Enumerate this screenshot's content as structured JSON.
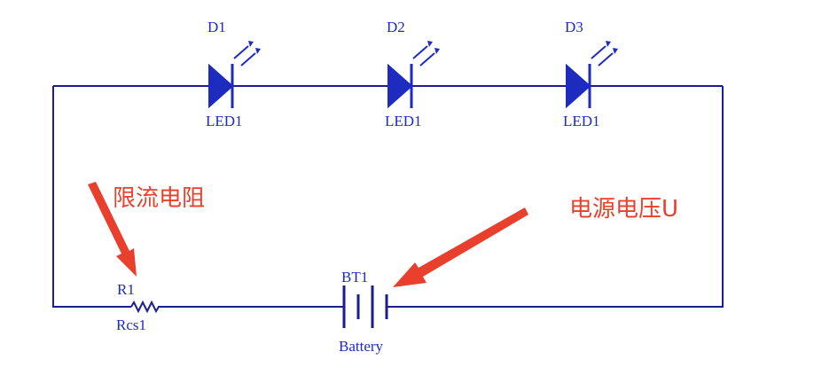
{
  "colors": {
    "wire": "#1a1f8c",
    "component": "#1d2bbf",
    "annotation": "#e8402d"
  },
  "leds": [
    {
      "designator": "D1",
      "comment": "LED1"
    },
    {
      "designator": "D2",
      "comment": "LED1"
    },
    {
      "designator": "D3",
      "comment": "LED1"
    }
  ],
  "resistor": {
    "designator": "R1",
    "comment": "Rcs1"
  },
  "battery": {
    "designator": "BT1",
    "comment": "Battery"
  },
  "annotations": {
    "resistor_note": "限流电阻",
    "voltage_note": "电源电压U"
  }
}
